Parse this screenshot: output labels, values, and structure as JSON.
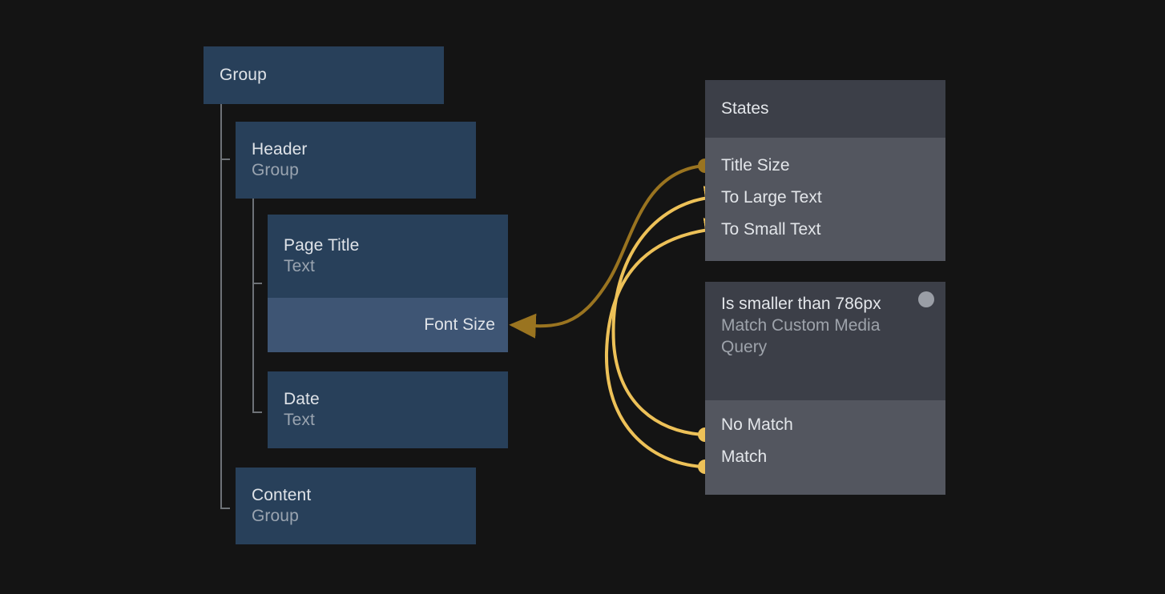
{
  "background_color": "#141414",
  "colors": {
    "node_blue": "#28405a",
    "node_blue_selected": "#3e5574",
    "panel_header": "#3c3f48",
    "panel_body": "#53565f",
    "link_dim": "#9a7420",
    "link_bright": "#edc158",
    "status_dot": "#9a9ea6",
    "tree_line": "#6e7277",
    "text_primary": "#dfe3e8",
    "text_secondary": "#9aa4b0"
  },
  "layer_tree": {
    "root": {
      "title": "Group",
      "subtitle": ""
    },
    "nodes": [
      {
        "id": "header",
        "title": "Header",
        "subtitle": "Group"
      },
      {
        "id": "page_title",
        "title": "Page Title",
        "subtitle": "Text"
      },
      {
        "id": "date",
        "title": "Date",
        "subtitle": "Text"
      },
      {
        "id": "content",
        "title": "Content",
        "subtitle": "Group"
      }
    ],
    "property_row": {
      "label": "Font Size"
    }
  },
  "panels": [
    {
      "id": "states",
      "title": "States",
      "ports": [
        {
          "label": "Title Size",
          "marker": "dot",
          "marker_color": "#9a7420"
        },
        {
          "label": "To Large Text",
          "marker": "arrow",
          "marker_color": "#edc158"
        },
        {
          "label": "To Small Text",
          "marker": "arrow",
          "marker_color": "#edc158"
        }
      ]
    },
    {
      "id": "media_query",
      "title": "Is smaller than 786px",
      "subtitle": "Match Custom Media Query",
      "status_indicator": "status-dot",
      "ports": [
        {
          "label": "No Match",
          "marker": "dot",
          "marker_color": "#edc158"
        },
        {
          "label": "Match",
          "marker": "dot",
          "marker_color": "#edc158"
        }
      ]
    }
  ],
  "connections": [
    {
      "from": "Title Size",
      "to": "Font Size",
      "color": "#9a7420"
    },
    {
      "from": "No Match",
      "to": "To Large Text",
      "color": "#edc158"
    },
    {
      "from": "Match",
      "to": "To Small Text",
      "color": "#edc158"
    }
  ]
}
